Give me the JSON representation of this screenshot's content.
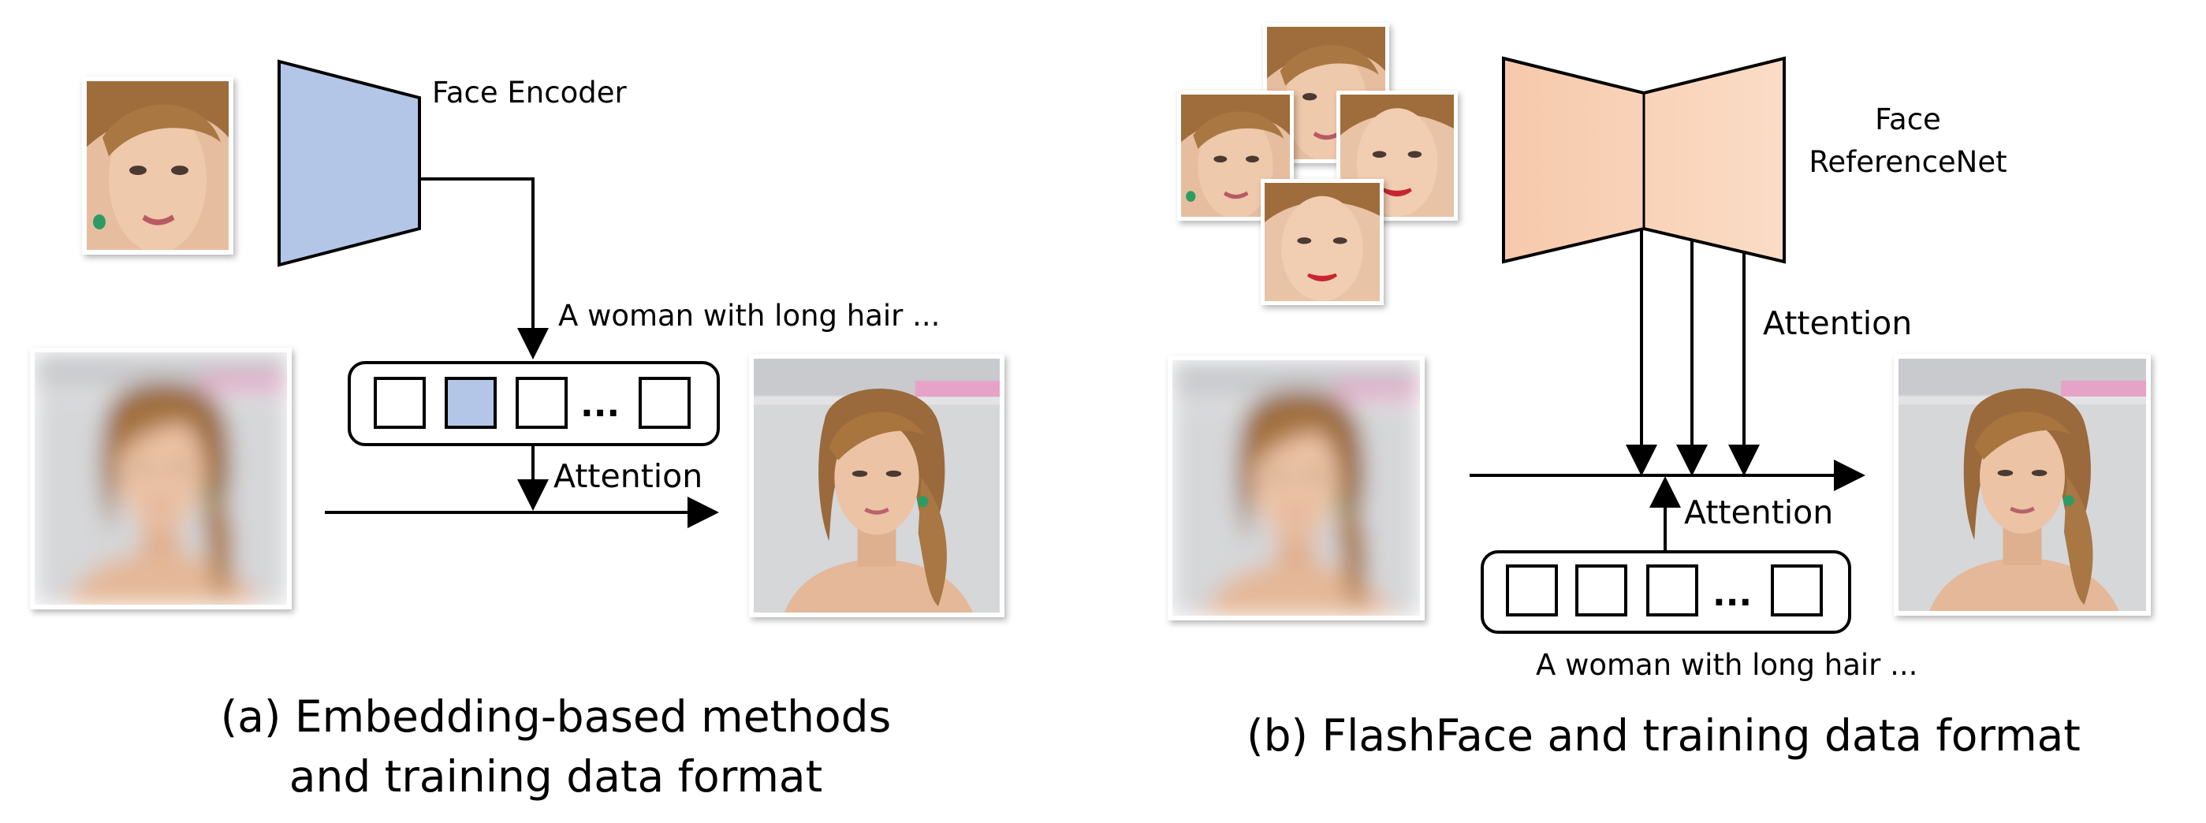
{
  "panel_a": {
    "encoder_label": "Face Encoder",
    "prompt_text": "A  woman with long hair ...",
    "attention_label": "Attention",
    "ellipsis": "...",
    "caption_line1": "(a) Embedding-based methods",
    "caption_line2": "and training data format"
  },
  "panel_b": {
    "refnet_label_line1": "Face",
    "refnet_label_line2": "ReferenceNet",
    "attention_top_label": "Attention",
    "attention_bottom_label": "Attention",
    "prompt_text": "A  woman with long hair ...",
    "ellipsis": "...",
    "caption": "(b) FlashFace and training data format"
  },
  "colors": {
    "encoder_fill": "#b4c6e7",
    "refnet_fill": "#f8d2b8",
    "highlight_token": "#b4c6e7",
    "photo_background": "#d7d8da",
    "hair": "#9a6a3c",
    "skin": "#ecc3a5"
  }
}
